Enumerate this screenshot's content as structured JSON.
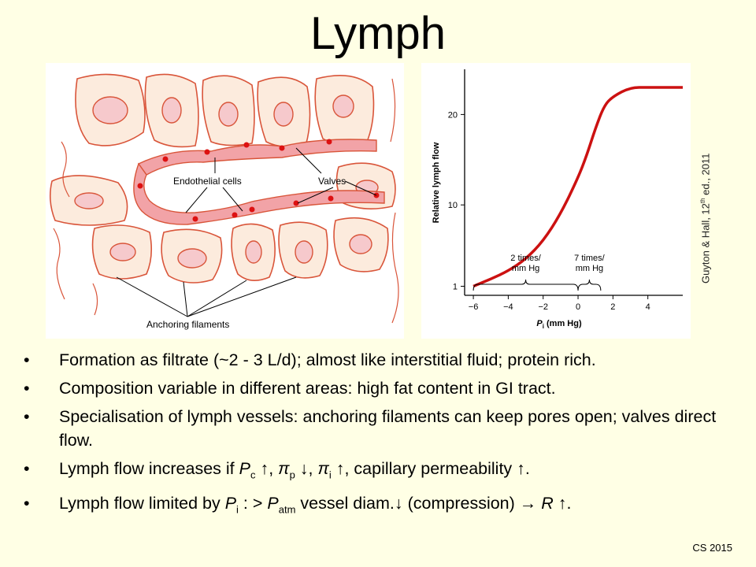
{
  "title": "Lymph",
  "figure_left": {
    "label_endothelial": "Endothelial cells",
    "label_valves": "Valves",
    "label_anchoring": "Anchoring filaments"
  },
  "chart_data": {
    "type": "line",
    "ylabel": "Relative lymph flow",
    "xlabel_var": "P",
    "xlabel_sub": "i",
    "xlabel_unit": " (mm Hg)",
    "xticks": [
      "-6",
      "-4",
      "-2",
      "0",
      "2",
      "4"
    ],
    "yticks": [
      "1",
      "10",
      "20"
    ],
    "xlim": [
      -6.5,
      6
    ],
    "ylim": [
      0,
      25
    ],
    "grid": false,
    "series": [
      {
        "x": [
          -6,
          -5,
          -4,
          -3,
          -2,
          -1,
          0,
          0.5,
          1,
          1.5,
          2,
          3,
          4,
          5,
          6
        ],
        "y": [
          1,
          1.8,
          2.7,
          4,
          6,
          9,
          13,
          15.5,
          18.5,
          21,
          22,
          23,
          23,
          23,
          23
        ]
      }
    ],
    "annotations": [
      {
        "line1": "2 times/",
        "line2": "mm Hg",
        "from": -6,
        "to": 0
      },
      {
        "line1": "7 times/",
        "line2": "mm Hg",
        "from": 0,
        "to": 1.3
      }
    ]
  },
  "credit": {
    "pre": "Guyton & Hall, 12",
    "sup": "th",
    "post": " ed., 2011"
  },
  "bullets": [
    {
      "segs": [
        {
          "t": "Formation as filtrate (~2 - 3 L/d); almost like interstitial fluid; protein rich."
        }
      ]
    },
    {
      "segs": [
        {
          "t": "Composition variable in different areas: high fat content in GI tract."
        }
      ]
    },
    {
      "segs": [
        {
          "t": "Specialisation of lymph vessels: anchoring filaments can keep pores open; valves direct flow."
        }
      ]
    },
    {
      "segs": [
        {
          "t": "Lymph flow increases if "
        },
        {
          "t": "P",
          "i": true
        },
        {
          "t": "c",
          "sub": true
        },
        {
          "t": " ↑, "
        },
        {
          "t": "π",
          "i": true
        },
        {
          "t": "p",
          "sub": true
        },
        {
          "t": " ↓, "
        },
        {
          "t": "π",
          "i": true
        },
        {
          "t": "i",
          "sub": true
        },
        {
          "t": " ↑, capillary permeability ↑."
        }
      ]
    },
    {
      "segs": [
        {
          "t": "Lymph flow limited by "
        },
        {
          "t": "P",
          "i": true
        },
        {
          "t": "i",
          "sub": true
        },
        {
          "t": " : > "
        },
        {
          "t": "P",
          "i": true
        },
        {
          "t": "atm",
          "sub": true
        },
        {
          "t": " vessel diam.↓ (compression) → "
        },
        {
          "t": "R",
          "i": true
        },
        {
          "t": " ↑."
        }
      ]
    }
  ],
  "footer": "CS 2015",
  "colors": {
    "background": "#FFFFE5",
    "curve": "#CC1111",
    "cell_outline": "#D9553A",
    "cell_fill": "#FCEBDD",
    "nucleus_fill": "#F6C9CC",
    "vessel_fill": "#F2A3A7",
    "valve": "#DD1111"
  }
}
